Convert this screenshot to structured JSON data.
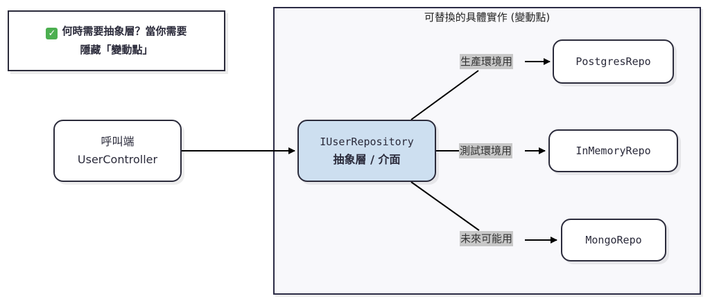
{
  "note": {
    "icon": "check-mark-icon",
    "line1": "何時需要抽象層？當你需要",
    "line2": "隱藏「變動點」"
  },
  "group": {
    "title": "可替換的具體實作 (變動點)"
  },
  "nodes": {
    "caller": {
      "line1": "呼叫端",
      "line2": "UserController"
    },
    "interface": {
      "line1": "IUserRepository",
      "line2": "抽象層 / 介面"
    },
    "postgres": {
      "label": "PostgresRepo"
    },
    "inmemory": {
      "label": "InMemoryRepo"
    },
    "mongo": {
      "label": "MongoRepo"
    }
  },
  "edges": {
    "production": "生產環境用",
    "testing": "測試環境用",
    "future": "未來可能用"
  },
  "colors": {
    "interface_fill": "#cddff0",
    "node_border": "#2b2b3b",
    "edge_label_bg": "#c8c8c8",
    "check_green": "#4caf50"
  }
}
